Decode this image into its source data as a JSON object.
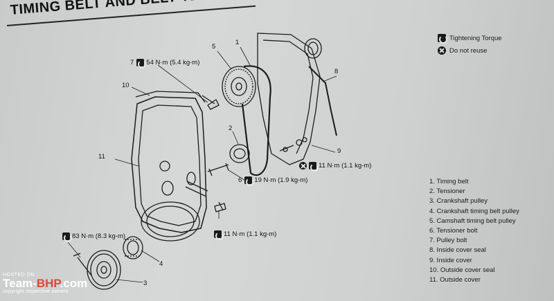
{
  "title": "TIMING BELT AND BELT TENSIONER",
  "symbol_legend": [
    {
      "icon": "torque-icon",
      "label": "Tightening Torque"
    },
    {
      "icon": "do-not-reuse-icon",
      "label": "Do not reuse"
    }
  ],
  "callouts": {
    "c1": "1",
    "c2": "2",
    "c3": "3",
    "c4": "4",
    "c5": "5",
    "c6": "6",
    "c7": "7",
    "c8": "8",
    "c9": "9",
    "c10": "10",
    "c11": "11"
  },
  "torques": {
    "t7": "54 N·m (5.4 kg-m)",
    "t6": "19 N·m (1.9 kg-m)",
    "t9": "11 N·m (1.1 kg-m)",
    "t11": "11 N·m (1.1 kg-m)",
    "t3": "83 N·m (8.3 kg-m)"
  },
  "parts_list": [
    "1.  Timing belt",
    "2.  Tensioner",
    "3.  Crankshaft pulley",
    "4.  Crankshaft timing belt pulley",
    "5.  Camshaft timing belt pulley",
    "6.  Tensioner bolt",
    "7.  Pulley bolt",
    "8.  Inside cover seal",
    "9.  Inside cover",
    "10.  Outside cover seal",
    "11.  Outside cover"
  ],
  "watermark": {
    "hosted": "HOSTED ON :",
    "brand_a": "Team-",
    "brand_b": "BHP",
    "brand_c": ".com",
    "copyright": "copyright respective owners"
  }
}
